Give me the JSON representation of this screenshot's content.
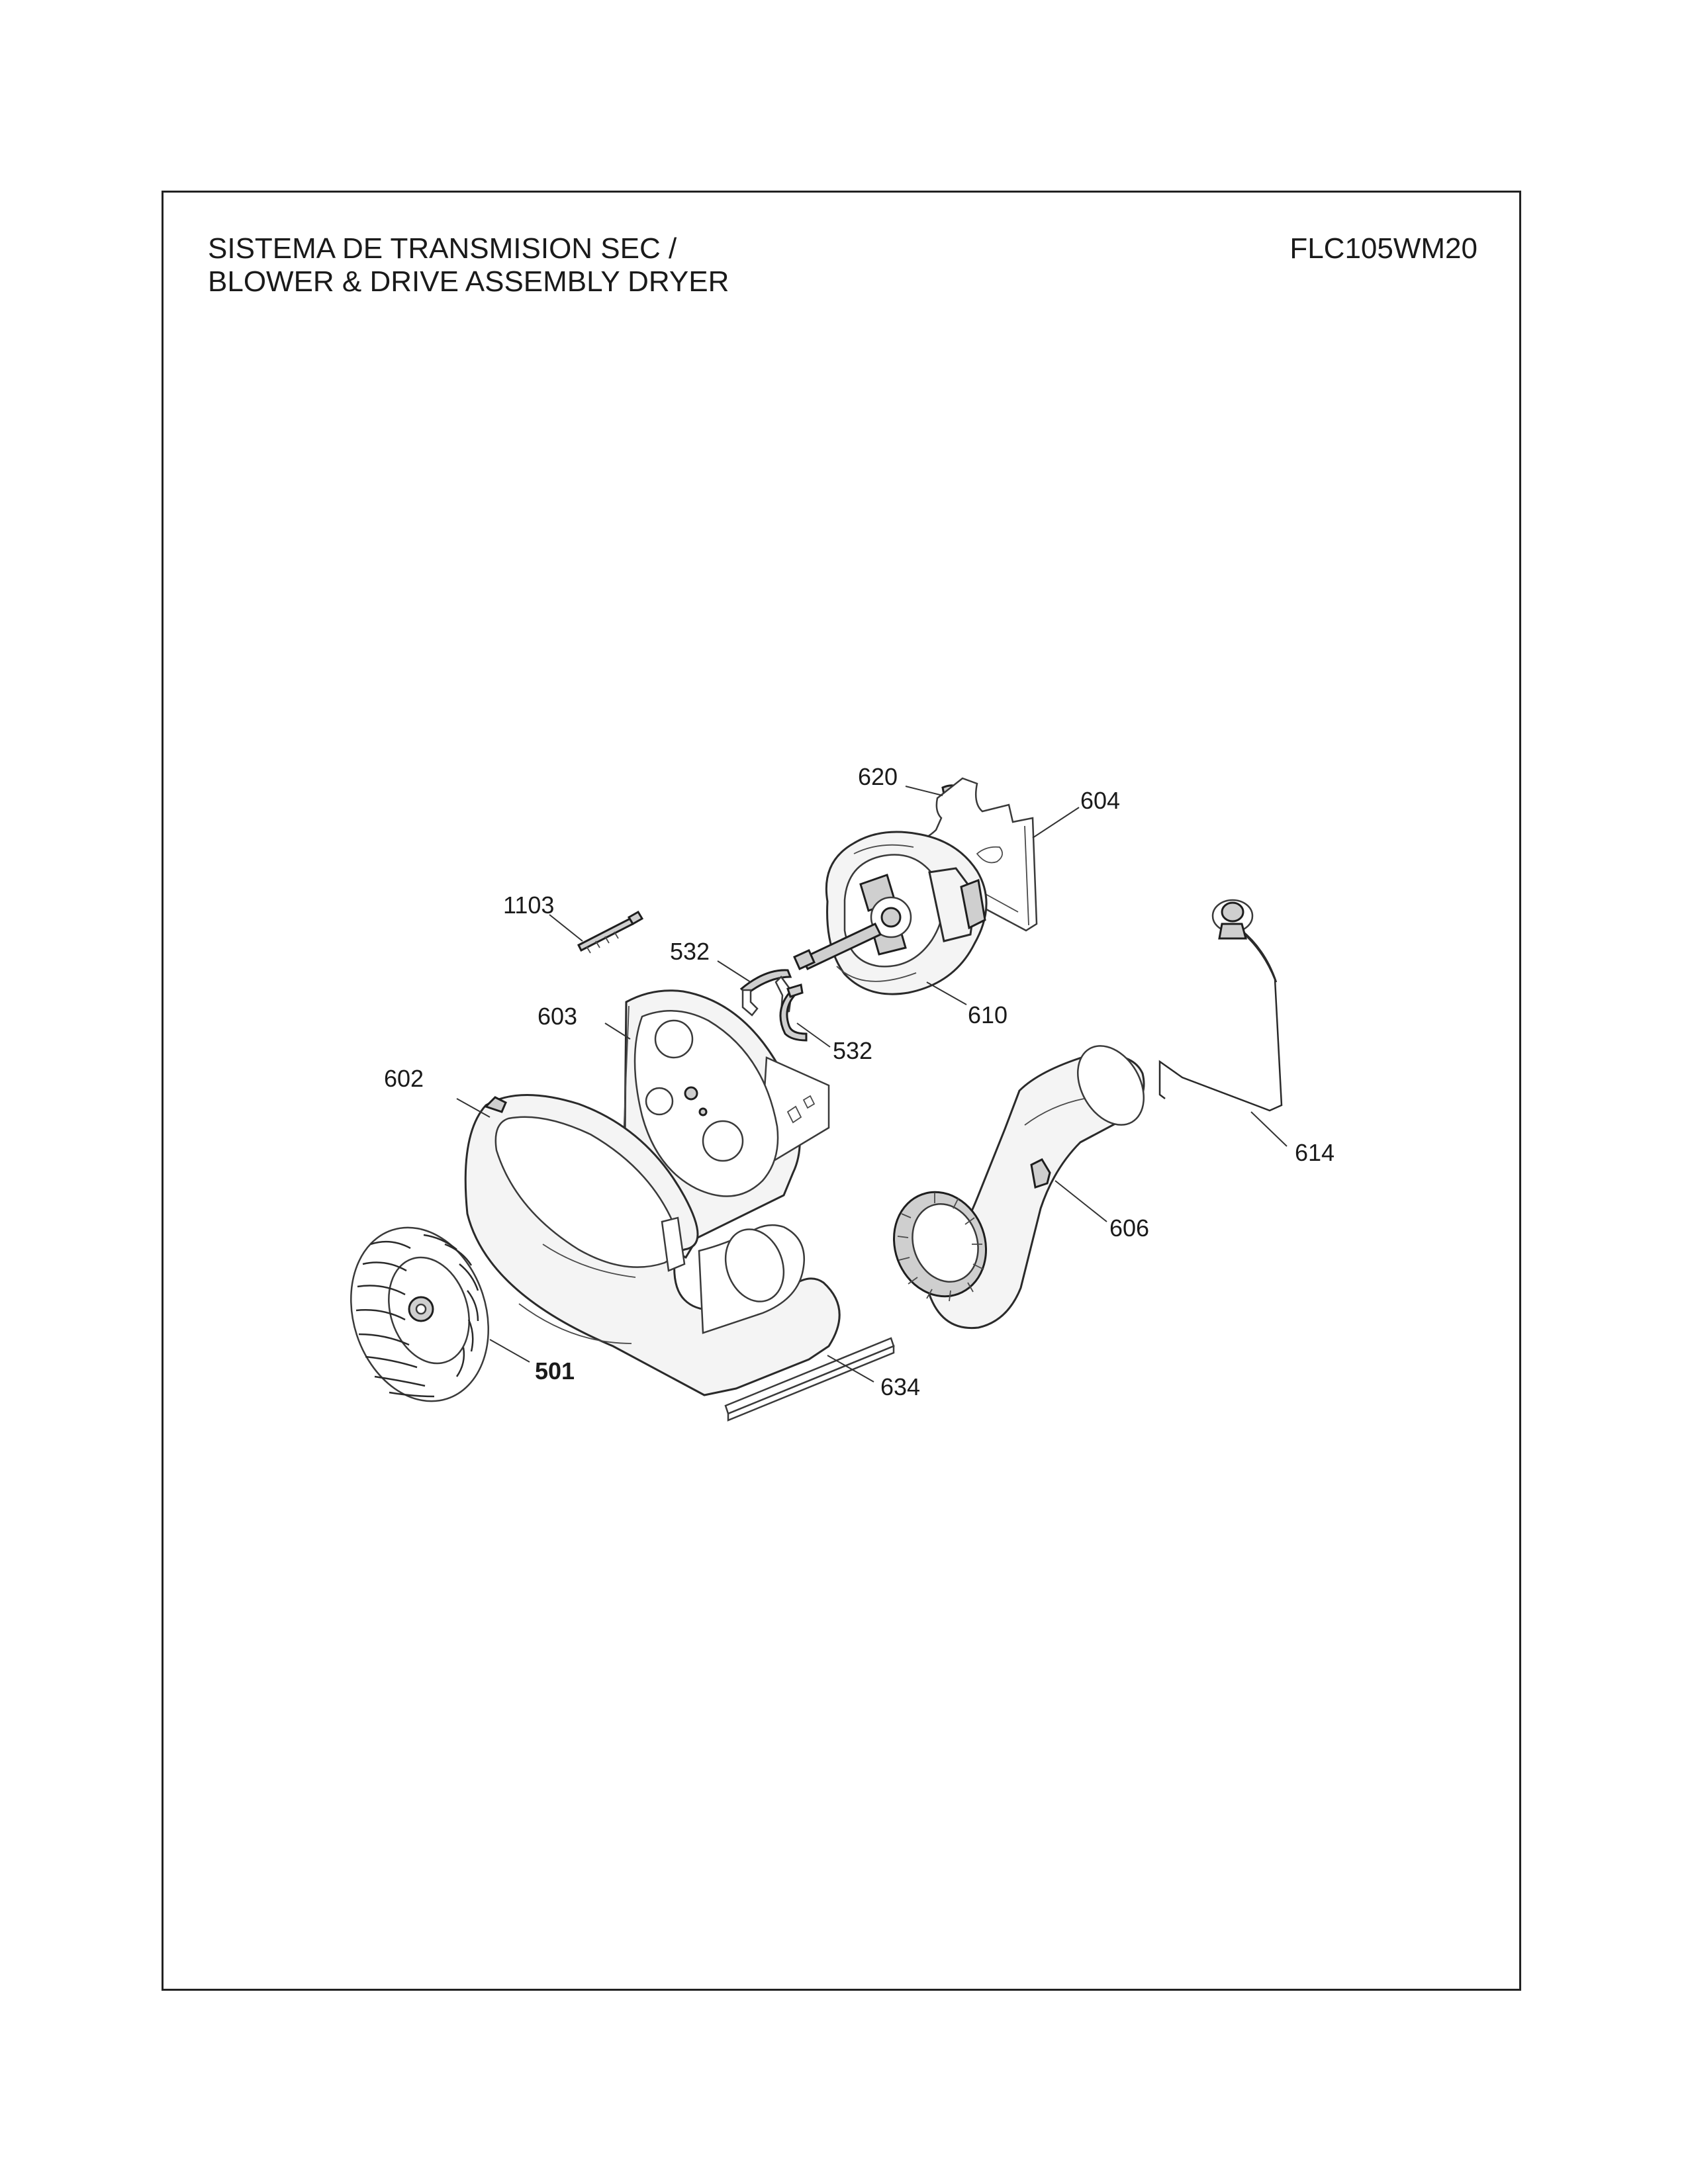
{
  "header": {
    "title_line_1": "SISTEMA DE TRANSMISION SEC /",
    "title_line_2": "BLOWER & DRIVE ASSEMBLY DRYER",
    "model_number": "FLC105WM20"
  },
  "callouts": {
    "c620": "620",
    "c604": "604",
    "c1103": "1103",
    "c532a": "532",
    "c532b": "532",
    "c603": "603",
    "c610": "610",
    "c602": "602",
    "c614": "614",
    "c606": "606",
    "c501": "501",
    "c634": "634"
  }
}
